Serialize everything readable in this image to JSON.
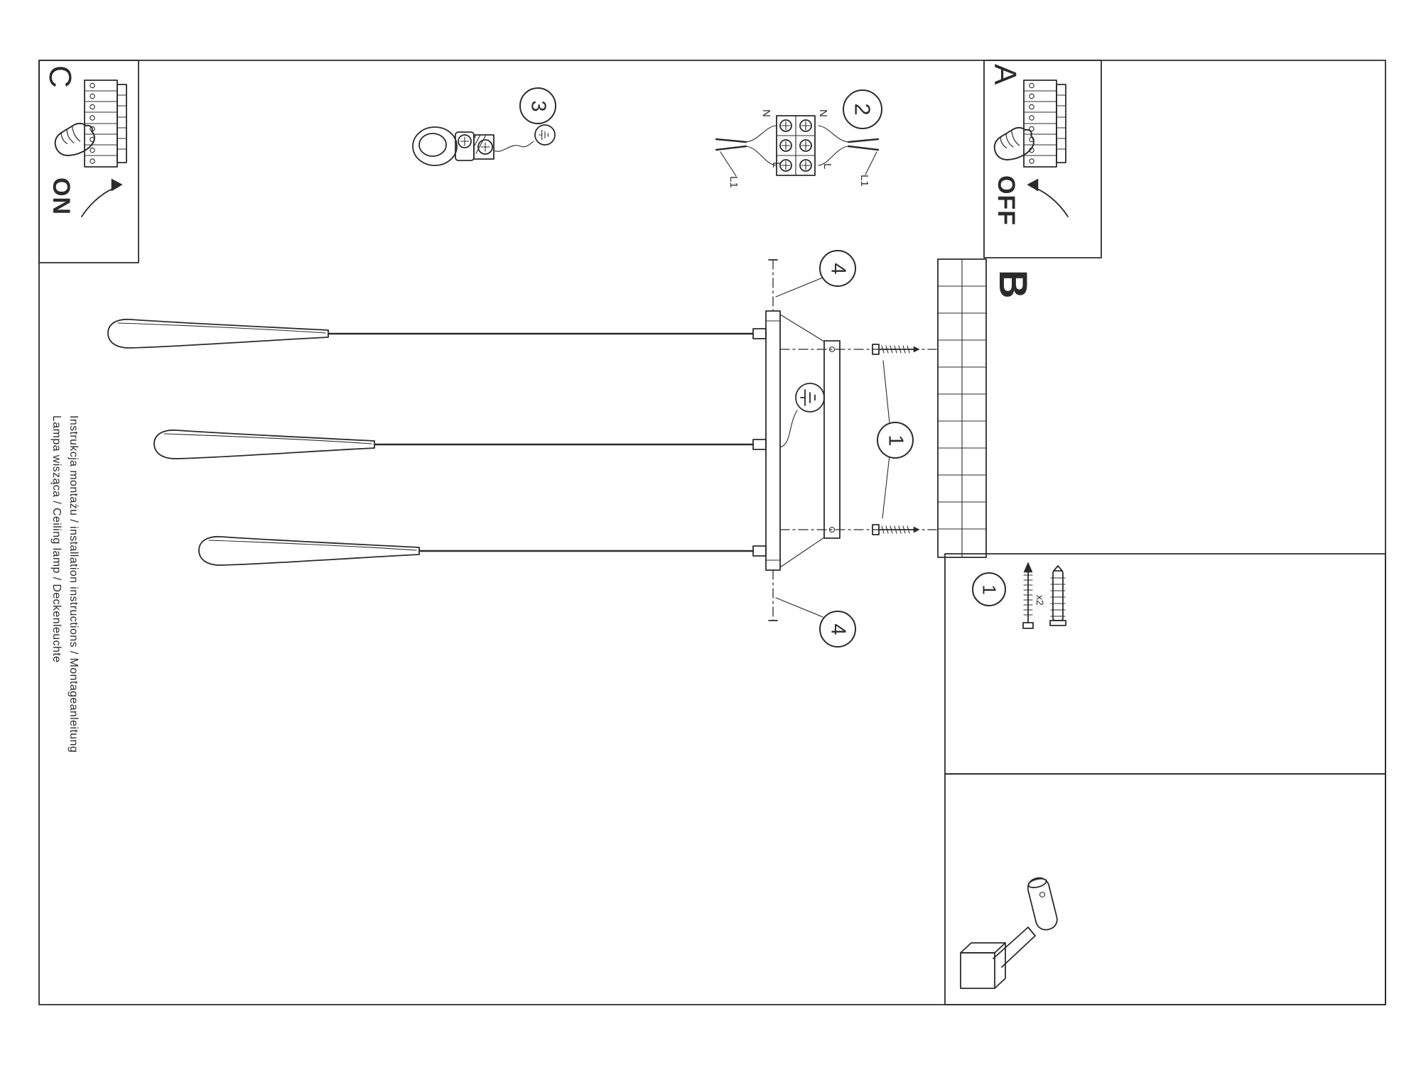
{
  "colors": {
    "paper": "#ffffff",
    "ink": "#2b2b2b"
  },
  "side_titles": {
    "product": "Lampa wisząca / Ceiling lamp / Deckenleuchte",
    "manual": "Instrukcja montażu / installation instructions / Montageanleitung"
  },
  "sections": {
    "a": "A",
    "b": "B",
    "c": "C"
  },
  "switch": {
    "on": "ON",
    "off": "OFF"
  },
  "steps": {
    "s1": "1",
    "s2": "2",
    "s3": "3",
    "s4": "4"
  },
  "wiring": {
    "n": "N",
    "l": "L",
    "l1": "L1"
  },
  "hardware": {
    "badge": "1",
    "qty": "x2"
  }
}
